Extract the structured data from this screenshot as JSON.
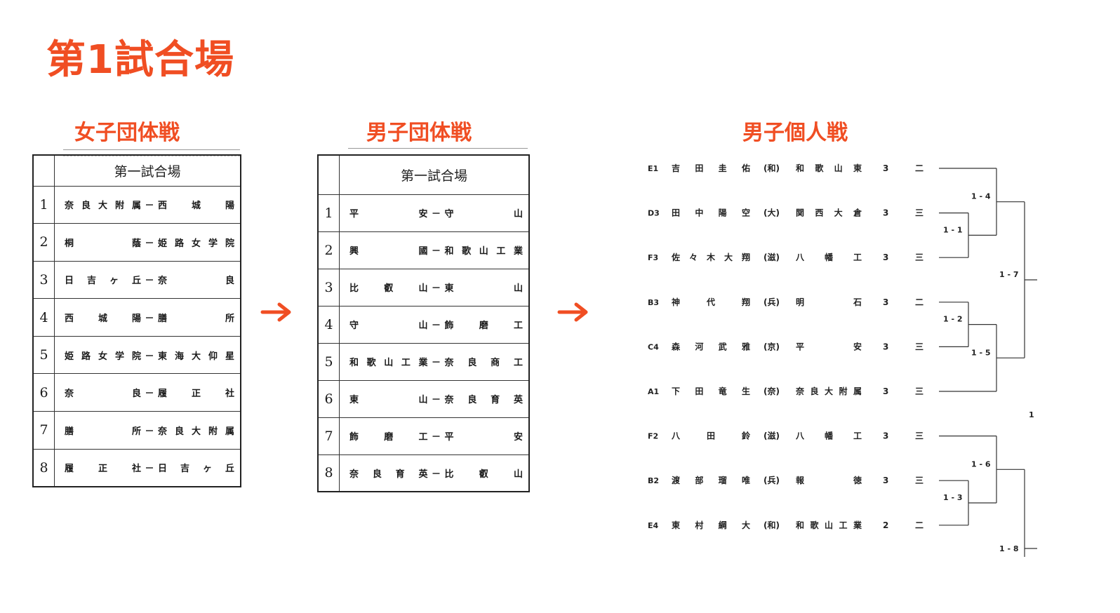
{
  "page": {
    "title": "第1試合場",
    "accent_color": "#f04e23"
  },
  "women_team": {
    "heading": "女子団体戦",
    "table_title": "第一試合場",
    "matches": [
      {
        "no": "1",
        "a": "奈良大附属",
        "b": "西城陽"
      },
      {
        "no": "2",
        "a": "桐蔭",
        "b": "姫路女学院"
      },
      {
        "no": "3",
        "a": "日吉ヶ丘",
        "b": "奈良"
      },
      {
        "no": "4",
        "a": "西城陽",
        "b": "膳所"
      },
      {
        "no": "5",
        "a": "姫路女学院",
        "b": "東海大仰星"
      },
      {
        "no": "6",
        "a": "奈良",
        "b": "履正社"
      },
      {
        "no": "7",
        "a": "膳所",
        "b": "奈良大附属"
      },
      {
        "no": "8",
        "a": "履正社",
        "b": "日吉ヶ丘"
      }
    ]
  },
  "men_team": {
    "heading": "男子団体戦",
    "table_title": "第一試合場",
    "matches": [
      {
        "no": "1",
        "a": "平安",
        "b": "守山"
      },
      {
        "no": "2",
        "a": "興國",
        "b": "和歌山工業"
      },
      {
        "no": "3",
        "a": "比叡山",
        "b": "東山"
      },
      {
        "no": "4",
        "a": "守山",
        "b": "飾磨工"
      },
      {
        "no": "5",
        "a": "和歌山工業",
        "b": "奈良商工"
      },
      {
        "no": "6",
        "a": "東山",
        "b": "奈良育英"
      },
      {
        "no": "7",
        "a": "飾磨工",
        "b": "平安"
      },
      {
        "no": "8",
        "a": "奈良育英",
        "b": "比叡山"
      }
    ]
  },
  "men_individual": {
    "heading": "男子個人戦",
    "players": [
      {
        "seed": "E1",
        "name": "吉田圭佑",
        "pref": "(和)",
        "school": "和歌山東",
        "grade": "3",
        "rank": "二"
      },
      {
        "seed": "D3",
        "name": "田中陽空",
        "pref": "(大)",
        "school": "関西大倉",
        "grade": "3",
        "rank": "三"
      },
      {
        "seed": "F3",
        "name": "佐々木大翔",
        "pref": "(滋)",
        "school": "八幡工",
        "grade": "3",
        "rank": "三"
      },
      {
        "seed": "B3",
        "name": "神代翔",
        "pref": "(兵)",
        "school": "明石",
        "grade": "3",
        "rank": "二"
      },
      {
        "seed": "C4",
        "name": "森河武雅",
        "pref": "(京)",
        "school": "平安",
        "grade": "3",
        "rank": "三"
      },
      {
        "seed": "A1",
        "name": "下田竜生",
        "pref": "(奈)",
        "school": "奈良大附属",
        "grade": "3",
        "rank": "三"
      },
      {
        "seed": "F2",
        "name": "八田鈴",
        "pref": "(滋)",
        "school": "八幡工",
        "grade": "3",
        "rank": "三"
      },
      {
        "seed": "B2",
        "name": "渡部瑠唯",
        "pref": "(兵)",
        "school": "報徳",
        "grade": "3",
        "rank": "三"
      },
      {
        "seed": "E4",
        "name": "東村綱大",
        "pref": "(和)",
        "school": "和歌山工業",
        "grade": "2",
        "rank": "二"
      }
    ],
    "match_labels": {
      "m11": "1 - 1",
      "m12": "1 - 2",
      "m13": "1 - 3",
      "m14": "1 - 4",
      "m15": "1 - 5",
      "m16": "1 - 6",
      "m17": "1 - 7",
      "m18": "1 - 8",
      "page_no": "1"
    }
  },
  "icons": {
    "flow_arrow": "arrow-right-icon"
  }
}
